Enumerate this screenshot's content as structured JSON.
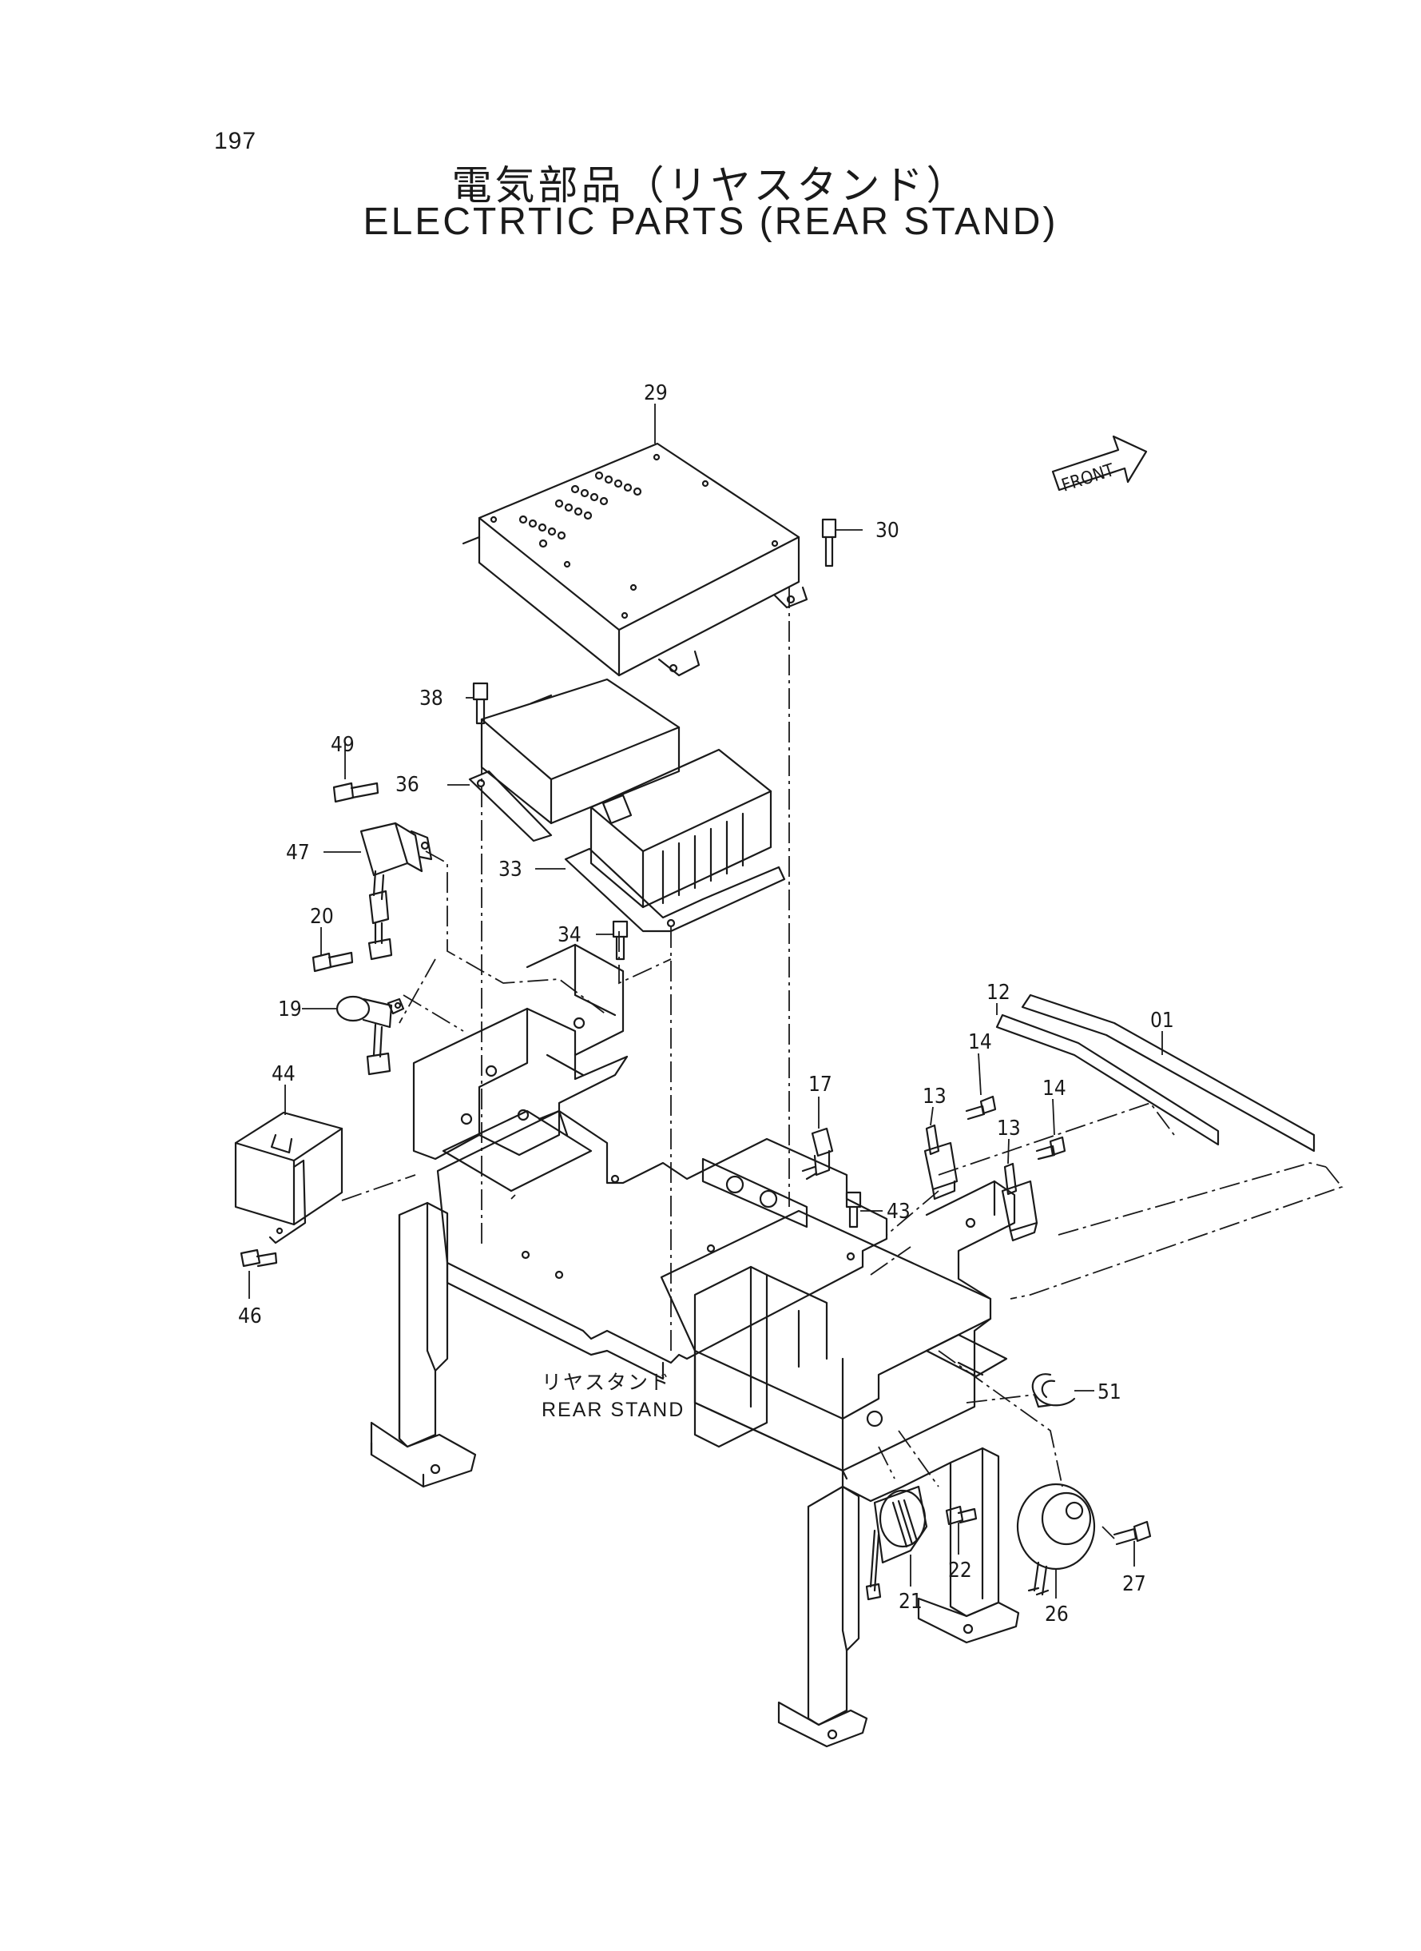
{
  "page": {
    "number": "197",
    "title_jp": "電気部品（リヤスタンド）",
    "title_en": "ELECTRTIC PARTS (REAR STAND)"
  },
  "labels": {
    "front": "FRONT",
    "rear_stand_jp": "リヤスタンド",
    "rear_stand_en": "REAR STAND"
  },
  "callouts": {
    "c29": "29",
    "c30": "30",
    "c38": "38",
    "c36": "36",
    "c49": "49",
    "c47": "47",
    "c33": "33",
    "c34": "34",
    "c20": "20",
    "c19": "19",
    "c44": "44",
    "c46": "46",
    "c12": "12",
    "c01": "01",
    "c14a": "14",
    "c14b": "14",
    "c13a": "13",
    "c13b": "13",
    "c17": "17",
    "c43": "43",
    "c51": "51",
    "c21": "21",
    "c22": "22",
    "c26": "26",
    "c27": "27"
  }
}
